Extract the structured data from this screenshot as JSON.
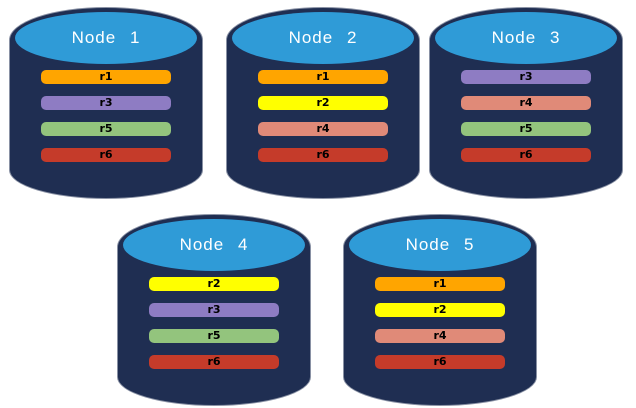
{
  "theme": {
    "background_color": "#FFFFFF",
    "cylinder_body_color": "#1F2E52",
    "cylinder_top_color": "#2F9BD7",
    "title_text_color": "#FFFFFF",
    "bar_text_color": "#000000"
  },
  "replica_palette": {
    "r1": "#FFA500",
    "r2": "#FFFF00",
    "r3": "#8E7CC3",
    "r4": "#E08A78",
    "r5": "#93C47D",
    "r6": "#C53B2A"
  },
  "nodes": [
    {
      "title": "Node 1",
      "rows": [
        {
          "label": "r1",
          "color": "#FFA500"
        },
        {
          "label": "r3",
          "color": "#8E7CC3"
        },
        {
          "label": "r5",
          "color": "#93C47D"
        },
        {
          "label": "r6",
          "color": "#C53B2A"
        }
      ]
    },
    {
      "title": "Node 2",
      "rows": [
        {
          "label": "r1",
          "color": "#FFA500"
        },
        {
          "label": "r2",
          "color": "#FFFF00"
        },
        {
          "label": "r4",
          "color": "#E08A78"
        },
        {
          "label": "r6",
          "color": "#C53B2A"
        }
      ]
    },
    {
      "title": "Node 3",
      "rows": [
        {
          "label": "r3",
          "color": "#8E7CC3"
        },
        {
          "label": "r4",
          "color": "#E08A78"
        },
        {
          "label": "r5",
          "color": "#93C47D"
        },
        {
          "label": "r6",
          "color": "#C53B2A"
        }
      ]
    },
    {
      "title": "Node 4",
      "rows": [
        {
          "label": "r2",
          "color": "#FFFF00"
        },
        {
          "label": "r3",
          "color": "#8E7CC3"
        },
        {
          "label": "r5",
          "color": "#93C47D"
        },
        {
          "label": "r6",
          "color": "#C53B2A"
        }
      ]
    },
    {
      "title": "Node 5",
      "rows": [
        {
          "label": "r1",
          "color": "#FFA500"
        },
        {
          "label": "r2",
          "color": "#FFFF00"
        },
        {
          "label": "r4",
          "color": "#E08A78"
        },
        {
          "label": "r6",
          "color": "#C53B2A"
        }
      ]
    }
  ]
}
